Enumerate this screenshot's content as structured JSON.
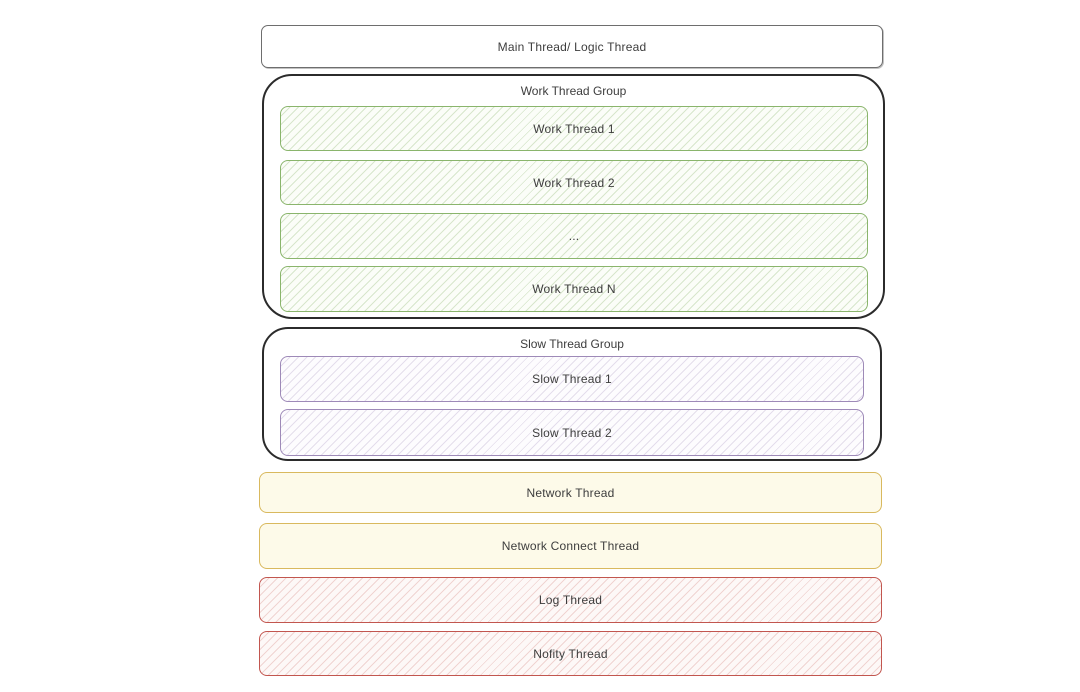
{
  "diagram": {
    "title_hint": "thread architecture diagram",
    "main_thread": {
      "label": "Main Thread/ Logic Thread"
    },
    "work_group": {
      "label": "Work Thread Group",
      "threads": [
        "Work Thread 1",
        "Work Thread 2",
        "...",
        "Work Thread N"
      ]
    },
    "slow_group": {
      "label": "Slow Thread Group",
      "threads": [
        "Slow Thread 1",
        "Slow Thread 2"
      ]
    },
    "standalone": [
      {
        "label": "Network Thread",
        "category": "network"
      },
      {
        "label": "Network Connect Thread",
        "category": "network"
      },
      {
        "label": "Log Thread",
        "category": "logging"
      },
      {
        "label": "Nofity Thread",
        "category": "logging"
      }
    ],
    "colors": {
      "work_thread_border": "#8ab56c",
      "slow_thread_border": "#9e8ab8",
      "network_thread_border": "#d9b95e",
      "log_thread_border": "#c2564f",
      "group_border": "#2b2b2b",
      "main_box_border": "#6e6e6e",
      "text": "#3d3d3d"
    }
  }
}
